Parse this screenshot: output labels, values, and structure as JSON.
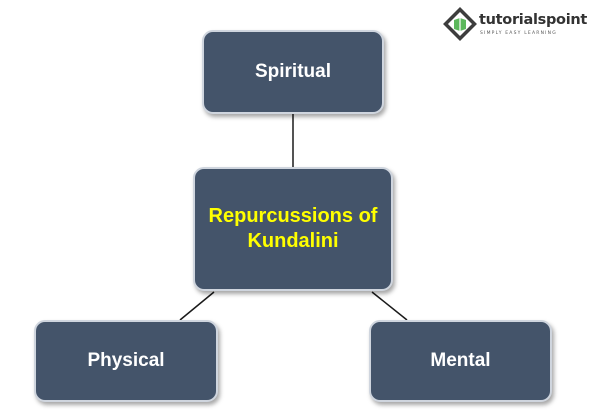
{
  "logo": {
    "name": "tutorialspoint",
    "tagline": "SIMPLY EASY LEARNING"
  },
  "diagram": {
    "top": {
      "label": "Spiritual"
    },
    "center": {
      "label": "Repurcussions of Kundalini"
    },
    "left": {
      "label": "Physical"
    },
    "right": {
      "label": "Mental"
    }
  },
  "colors": {
    "box_fill": "#44546a",
    "box_border": "#cfd5de",
    "box_text": "#ffffff",
    "center_text": "#ffff00",
    "connector": "#1a1a1a",
    "logo_green": "#5cb85c"
  }
}
